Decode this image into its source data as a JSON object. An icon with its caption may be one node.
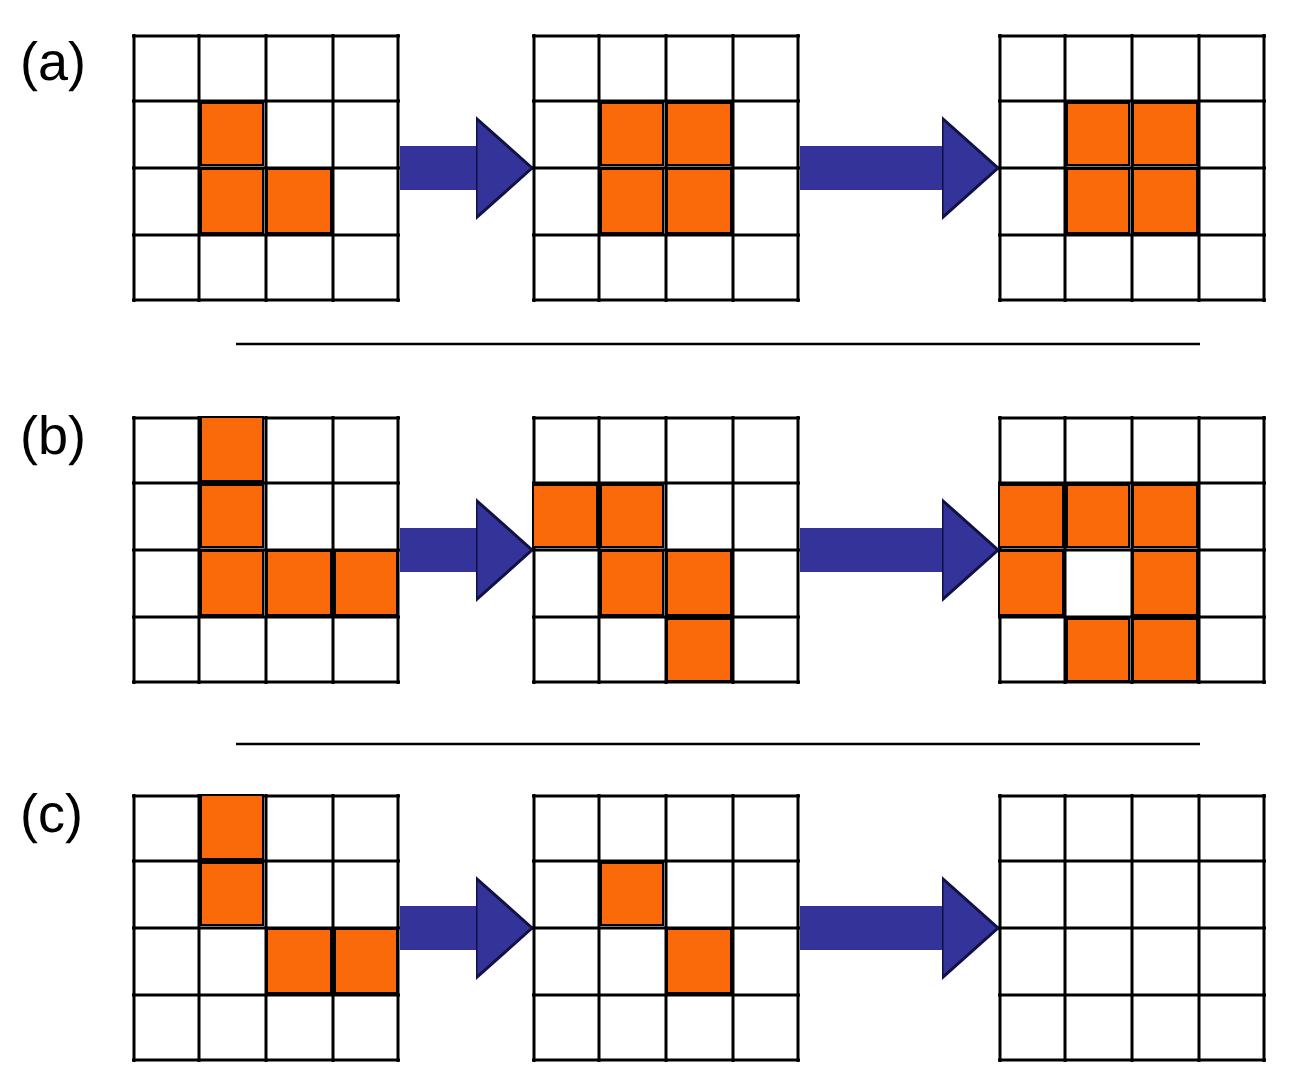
{
  "diagram": {
    "nodes": [
      {
        "text": [],
        "shape": "grid"
      },
      {
        "text": [],
        "shape": "box",
        "in": 0
      },
      {
        "text": [],
        "shape": "box",
        "in": 0
      },
      {
        "text": [],
        "shape": "box",
        "in": 0
      },
      {
        "text": [],
        "shape": "grid"
      },
      {
        "text": [],
        "shape": "box",
        "in": 4
      },
      {
        "text": [],
        "shape": "box",
        "in": 4
      },
      {
        "text": [],
        "shape": "box",
        "in": 4
      },
      {
        "text": [],
        "shape": "box",
        "in": 4
      },
      {
        "text": [],
        "shape": "grid"
      },
      {
        "text": [],
        "shape": "box",
        "in": 9
      },
      {
        "text": [],
        "shape": "box",
        "in": 9
      },
      {
        "text": [],
        "shape": "box",
        "in": 9
      },
      {
        "text": [],
        "shape": "box",
        "in": 9
      },
      {
        "text": [],
        "shape": "grid"
      },
      {
        "text": [],
        "shape": "box",
        "in": 14
      },
      {
        "text": [],
        "shape": "box",
        "in": 14
      },
      {
        "text": [],
        "shape": "box",
        "in": 14
      },
      {
        "text": [],
        "shape": "box",
        "in": 14
      },
      {
        "text": [],
        "shape": "box",
        "in": 14
      },
      {
        "text": [],
        "shape": "grid"
      },
      {
        "text": [],
        "shape": "box",
        "in": 20
      },
      {
        "text": [],
        "shape": "box",
        "in": 20
      },
      {
        "text": [],
        "shape": "box",
        "in": 20
      },
      {
        "text": [],
        "shape": "box",
        "in": 20
      },
      {
        "text": [],
        "shape": "box",
        "in": 20
      },
      {
        "text": [],
        "shape": "grid"
      },
      {
        "text": [],
        "shape": "box",
        "in": 26
      },
      {
        "text": [],
        "shape": "box",
        "in": 26
      },
      {
        "text": [],
        "shape": "box",
        "in": 26
      },
      {
        "text": [],
        "shape": "box",
        "in": 26
      },
      {
        "text": [],
        "shape": "box",
        "in": 26
      },
      {
        "text": [],
        "shape": "box",
        "in": 26
      },
      {
        "text": [],
        "shape": "box",
        "in": 26
      },
      {
        "text": [],
        "shape": "grid"
      },
      {
        "text": [],
        "shape": "box",
        "in": 34
      },
      {
        "text": [],
        "shape": "box",
        "in": 34
      },
      {
        "text": [],
        "shape": "box",
        "in": 34
      },
      {
        "text": [],
        "shape": "box",
        "in": 34
      },
      {
        "text": [],
        "shape": "grid"
      },
      {
        "text": [],
        "shape": "box",
        "in": 39
      },
      {
        "text": [],
        "shape": "box",
        "in": 39
      },
      {
        "text": [],
        "shape": "grid"
      }
    ],
    "edges": [
      {
        "from": 0,
        "to": 4,
        "arrow": "to"
      },
      {
        "from": 4,
        "to": 9,
        "arrow": "to"
      },
      {
        "from": 14,
        "to": 20,
        "arrow": "to"
      },
      {
        "from": 20,
        "to": 26,
        "arrow": "to"
      },
      {
        "from": 34,
        "to": 39,
        "arrow": "to"
      },
      {
        "from": 39,
        "to": 42,
        "arrow": "to"
      }
    ],
    "labels": [
      "(a)",
      "(b)",
      "(c)"
    ]
  }
}
